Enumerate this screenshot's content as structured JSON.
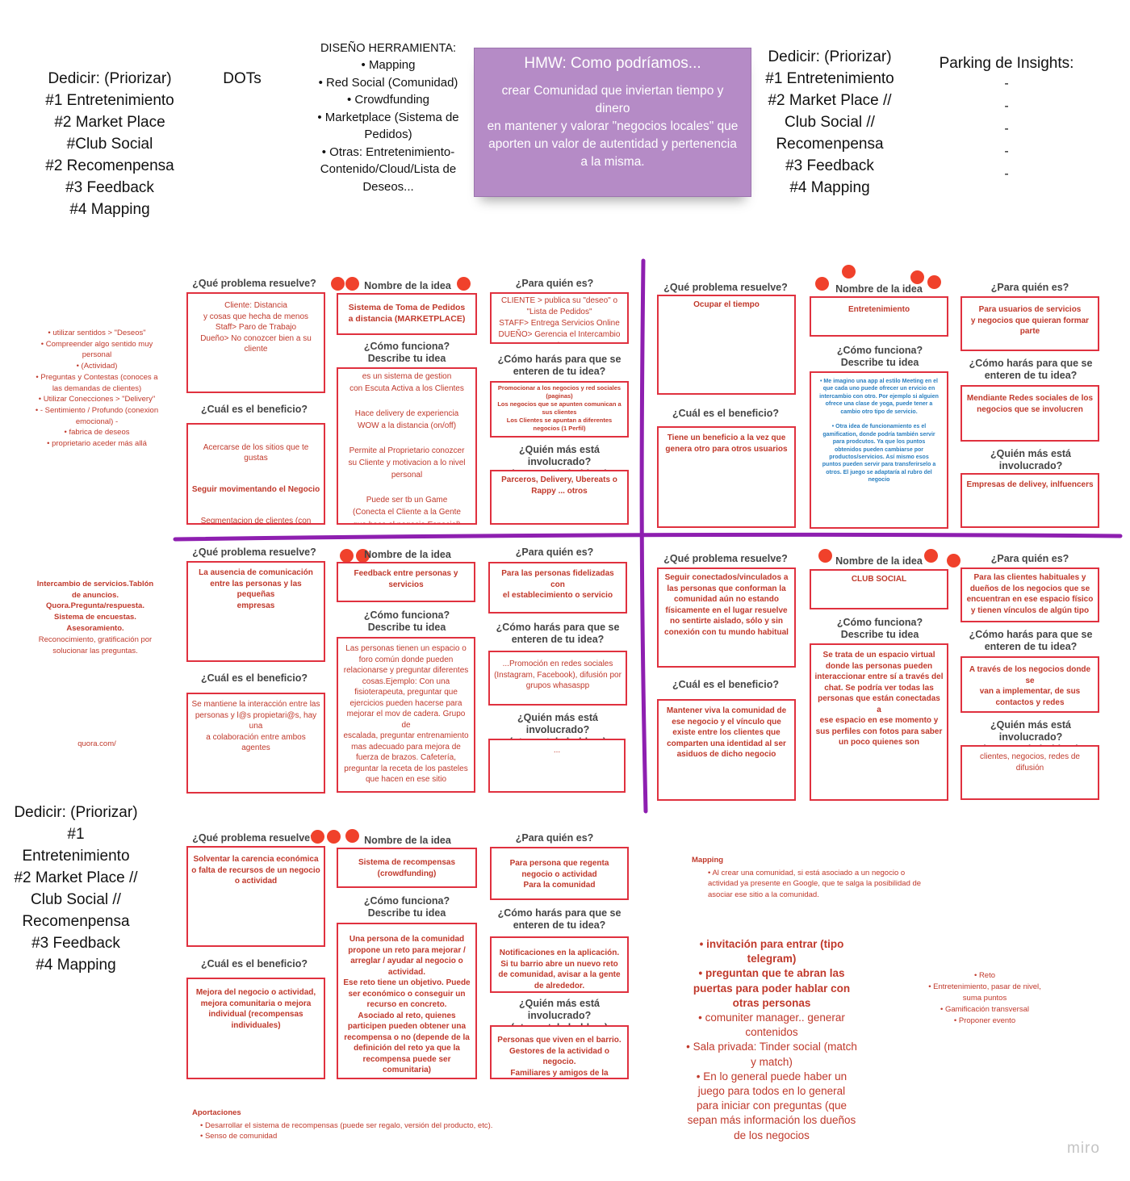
{
  "header": {
    "decidir_left": "Dedicir: (Priorizar)\n#1 Entretenimiento\n#2 Market Place\n#Club Social\n#2 Recomenpensa\n#3 Feedback\n#4 Mapping",
    "dots_title": "DOTs",
    "diseno_title": "DISEÑO HERRAMIENTA:",
    "diseno_items": [
      "Mapping",
      "Red Social (Comunidad)",
      "Crowdfunding",
      "Marketplace (Sistema de Pedidos)",
      "Otras: Entretenimiento-Contenido/Cloud/Lista de Deseos..."
    ],
    "hmw_title": "HMW: Como podríamos...",
    "hmw_body": "crear Comunidad que inviertan tiempo y dinero\nen mantener y valorar \"negocios locales\" que aporten un valor de autentidad y pertenencia a la misma.",
    "decidir_right": "Dedicir: (Priorizar)\n#1 Entretenimiento\n#2 Market Place //\nClub Social //\nRecomenpensa\n#3 Feedback\n#4 Mapping",
    "parking_title": "Parking de Insights:",
    "parking_items": [
      "-",
      "-",
      "-",
      "-",
      "-"
    ]
  },
  "labels": {
    "problema": "¿Qué problema resuelve?",
    "nombre": "Nombre de la idea",
    "para_quien": "¿Para quién es?",
    "como_funciona": "¿Cómo funciona?\nDescribe tu idea",
    "como_enteren": "¿Cómo harás para que se\nenteren de tu idea?",
    "beneficio": "¿Cuál es el beneficio?",
    "quien_mas": "¿Quién más está involucrado?\n(otros stakeholders)"
  },
  "left_notes": {
    "top_list": [
      "utilizar sentidos > \"Deseos\"",
      "Compreender algo sentido muy personal",
      "(Actividad)",
      "Preguntas y Contestas (conoces a las demandas de clientes)",
      "Utilizar Conecciones > \"Delivery\"",
      "- Sentimiento / Profundo (conexion emocional) -",
      "fabrica de deseos",
      "proprietario aceder más allá"
    ],
    "mid_bold": "Intercambio de servicios.Tablón\nde anuncios.\nQuora.Pregunta/respuesta.\nSistema de encuestas.\nAsesoramiento.",
    "mid_normal": "Reconocimiento, gratificación por\nsolucionar las preguntas.",
    "quora": "quora.com/",
    "decidir_bottom": "Dedicir: (Priorizar)\n#1\nEntretenimiento\n#2 Market Place //\nClub Social //\nRecomenpensa\n#3 Feedback\n#4 Mapping"
  },
  "cards": {
    "c1": {
      "problema": "Cliente: Distancia\ny cosas que hecha de menos\nStaff> Paro de Trabajo\nDueño> No conozcer bien a  su\ncliente",
      "nombre": "Sistema de Toma de Pedidos\na distancia (MARKETPLACE)",
      "para_quien": "CLIENTE > publica su \"deseo\" o\n\"Lista de Pedidos\"\nSTAFF> Entrega Servicios Online\nDUEÑO> Gerencia el Intercambio de\ninformacion",
      "como_funciona": "es un sistema de gestion\ncon Escuta Activa a los Clientes\n\nHace delivery de experiencia\nWOW a la distancia (on/off)\n\nPermite al Proprietario conozcer\nsu Cliente y motivacion a lo nivel\npersonal\n\nPuede ser tb un Game\n(Conecta el Cliente a la Gente\nque hace el negocio Especial)",
      "como_enteren": "Promocionar a los negocios y red sociales\n(paginas)\nLos negocios que se apunten comunican a\nsus clientes\nLos Clientes se apuntan a diferentes\nnegocios (1 Perfil)",
      "beneficio_a": "Acercarse de los sitios que te gustas",
      "beneficio_b": "Seguir movimentando el Negocio",
      "beneficio_c": "Segmentacion de clientes (con\nmotivacion muy especifica)\n\nConecion entre personas (más\nfuerte)",
      "quien_mas": "Parceros, Delivery, Ubereats o\nRappy ... otros"
    },
    "c2": {
      "problema": "Ocupar el tiempo",
      "nombre": "Entretenimiento",
      "para_quien": "Para usuarios de servicios\ny negocios que quieran formar\nparte",
      "como_funciona": "•  Me imagino una app al estilo Meeting en el que cada uno puede ofrecer un ervicio en intercambio con otro. Por ejemplo si alguien ofrece una clase de yoga, puede tener a cambio otro tipo de servicio.\n\n•  Otra idea de funcionamiento es el gamification, donde podría también servir para prodcutos. Ya que los puntos obtenidos pueden cambiarse por productos/servicios. Así mismo esos puntos pueden servir para transferirselo a otros. El juego se adaptaría al rubro del negocio",
      "como_enteren": "Mendiante Redes sociales de los\nnegocios que se involucren",
      "beneficio": "Tiene un beneficio a la vez que\ngenera otro para otros usuarios",
      "quien_mas": "Empresas de delivey, inlfuencers"
    },
    "c3": {
      "problema": "La ausencia de comunicación\nentre las personas y las pequeñas\nempresas",
      "nombre": "Feedback entre personas y\nservicios",
      "para_quien": "Para las personas fidelizadas con\nel establecimiento o servicio",
      "como_funciona": "Las personas tienen un espacio o\nforo común donde pueden\nrelacionarse y preguntar diferentes\ncosas.Ejemplo: Con una\nfisioterapeuta, preguntar que\nejercicios pueden hacerse para\nmejorar el mov de cadera. Grupo de\nescalada, preguntar entrenamiento\nmas adecuado para mejora de\nfuerza de brazos. Cafetería,\npreguntar la receta de los pasteles\nque hacen en ese sitio",
      "como_enteren": "...Promoción en redes sociales\n(Instagram, Facebook), difusión por\ngrupos whasaspp",
      "beneficio": "Se mantiene la interacción entre las\npersonas y l@s propietari@s, hay una\na colaboración entre ambos\nagentes",
      "quien_mas": "..."
    },
    "c4": {
      "problema": "Seguir conectados/vinculados a\nlas personas que conforman la\ncomunidad aún no estando\nfísicamente en el lugar resuelve\nno sentirte aislado, sólo y sin\nconexión con tu mundo habitual",
      "nombre": "CLUB SOCIAL",
      "para_quien": "Para las clientes habituales y\ndueños de los negocios que se\nencuentran en ese espacio físico\ny tienen vínculos de algún tipo",
      "como_funciona": "Se trata de un espacio virtual\ndonde las personas pueden\ninteraccionar entre sí a través del\nchat. Se podría ver todas las\npersonas que están conectadas a\nese espacio en ese momento y\nsus perfiles con fotos para saber\nun poco quienes son",
      "como_enteren": "A través de los negocios donde se\nvan a implementar, de sus\ncontactos y redes",
      "beneficio": "Mantener viva la comunidad de\nese negocio y el vínculo que\nexiste entre los clientes que\ncomparten una identidad al ser\nasiduos de dicho negocio",
      "quien_mas": "clientes, negocios, redes de difusión"
    },
    "c5": {
      "problema": "Solventar la carencia económica\no falta de recursos de un negocio\no actividad",
      "nombre": "Sistema de recompensas\n(crowdfunding)",
      "para_quien": "Para persona que regenta\nnegocio o actividad\nPara la comunidad",
      "como_funciona": "Una persona de la comunidad\npropone un reto para mejorar /\narreglar / ayudar al negocio o\nactividad.\nEse reto tiene un objetivo. Puede\nser económico o conseguir un\nrecurso en concreto.\nAsociado al reto, quienes\nparticipen pueden obtener una\nrecompensa o no (depende de la\ndefinición del reto ya que la\nrecompensa puede ser\ncomunitaria)",
      "como_enteren": "Notificaciones en la aplicación.\nSi tu barrio abre un nuevo reto\nde comunidad, avisar a la gente\nde alrededor.",
      "beneficio": "Mejora del negocio o actividad,\nmejora comunitaria o mejora\nindividual (recompensas\nindividuales)",
      "quien_mas": "Personas que viven en el barrio.\nGestores de la actividad o negocio.\nFamiliares y amigos de la\ncomunidad"
    }
  },
  "bottom": {
    "mapping_title": "Mapping",
    "mapping_item": "Al crear una comunidad, si está asociado a un negocio o actividad ya presente en Google, que te salga la posibilidad de asociar ese sitio a la comunidad.",
    "aportaciones_title": "Aportaciones",
    "aportaciones_items": [
      "Desarrollar el sistema de recompensas (puede ser regalo, versión del producto, etc).",
      "Senso de comunidad"
    ],
    "bullets_bold": [
      "invitación para entrar (tipo telegram)",
      "preguntan que te abran las puertas para poder hablar con otras personas"
    ],
    "bullets_normal": [
      "comuniter manager.. generar contenidos",
      "Sala privada: Tinder social (match y match)",
      "En lo general puede haber un juego para todos en lo general para iniciar con preguntas (que sepan más información los dueños de los negocios"
    ],
    "reto_list": [
      "Reto",
      "Entretenimiento, pasar de nivel, suma puntos",
      "Gamificación transversal",
      "Proponer evento"
    ],
    "miro_logo": "miro"
  },
  "colors": {
    "accent_red": "#e0313f",
    "text_red": "#c0392b",
    "sticky_purple": "#b58bc6",
    "divider_purple": "#8e1fb0",
    "dot": "#f0412b",
    "blue_text": "#2a7fc0"
  }
}
